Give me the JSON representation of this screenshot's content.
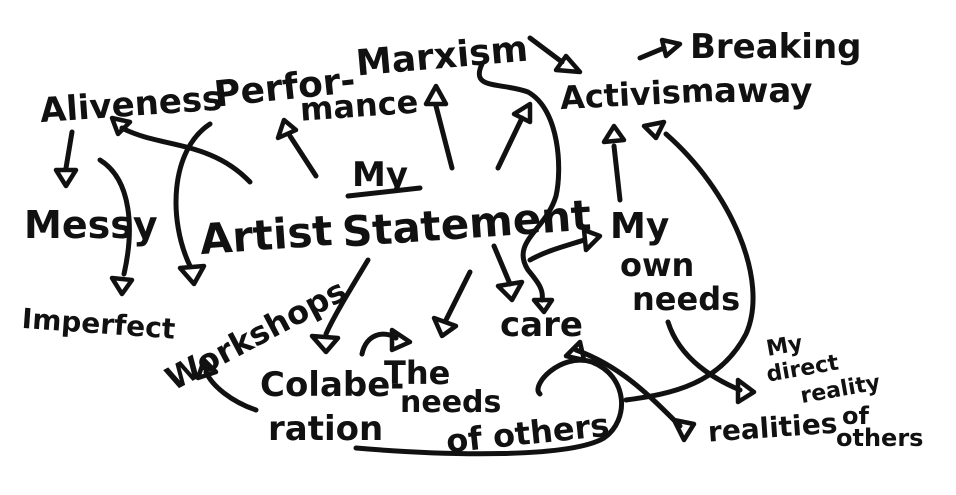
{
  "mindmap": {
    "center": {
      "line1": "My",
      "line2": "Artist",
      "line3": "Statement"
    },
    "nodes": {
      "aliveness": "Aliveness",
      "performance_a": "Perfor-",
      "performance_b": "mance",
      "marxism": "Marxism",
      "breaking": "Breaking",
      "away": "away",
      "activism": "Activism",
      "messy": "Messy",
      "imperfect": "Imperfect",
      "workshops": "Workshops",
      "colab_a": "Colabe-",
      "colab_b": "ration",
      "needs_a": "The",
      "needs_b": "needs",
      "needs_c": "of others",
      "care": "care",
      "own_a": "My",
      "own_b": "own",
      "own_c": "needs",
      "direct_a": "My",
      "direct_b": "direct",
      "direct_c": "reality",
      "realities_a": "realities",
      "realities_b": "of",
      "realities_c": "others"
    },
    "ink_color": "#111111",
    "background": "#ffffff"
  }
}
